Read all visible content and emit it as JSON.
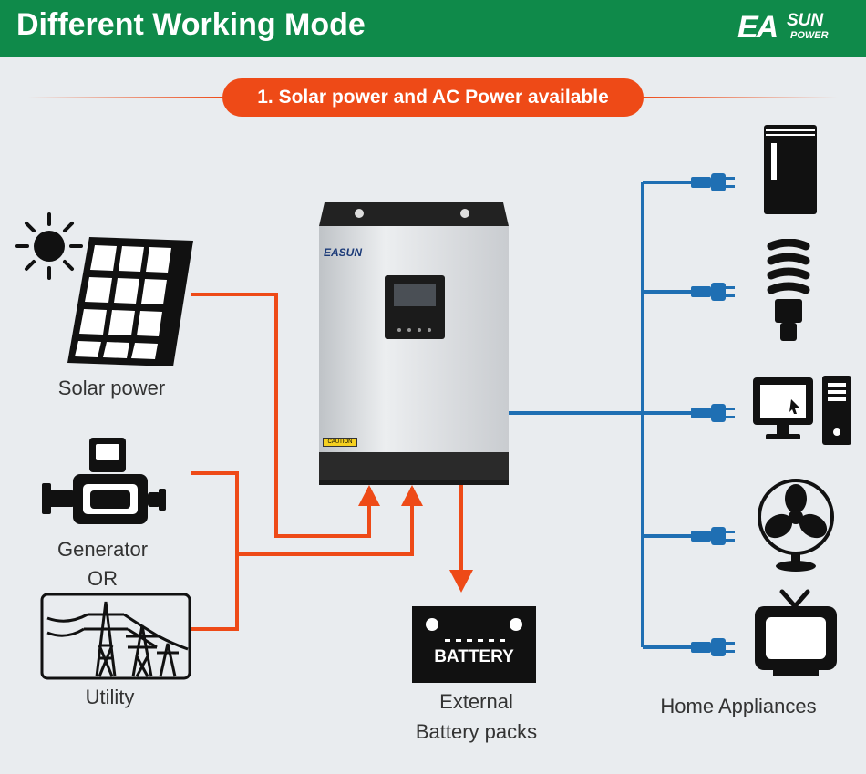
{
  "header": {
    "title": "Different Working Mode",
    "logo_ea": "EA",
    "logo_sun": "SUN",
    "logo_power": "POWER"
  },
  "mode_badge": "1. Solar power and AC Power available",
  "sources": {
    "solar": "Solar power",
    "generator": "Generator",
    "or": "OR",
    "utility": "Utility"
  },
  "inverter": {
    "brand": "EASUN",
    "caution": "CAUTION"
  },
  "battery": {
    "icon_label": "BATTERY",
    "caption_line1": "External",
    "caption_line2": "Battery packs"
  },
  "appliances": {
    "caption": "Home Appliances",
    "items": [
      "refrigerator",
      "light-bulb",
      "computer",
      "fan",
      "television"
    ]
  },
  "colors": {
    "header_green": "#0f8a4a",
    "accent_orange": "#ee4a17",
    "line_blue": "#1f6fb3",
    "icon_dark": "#1a1a1a"
  }
}
